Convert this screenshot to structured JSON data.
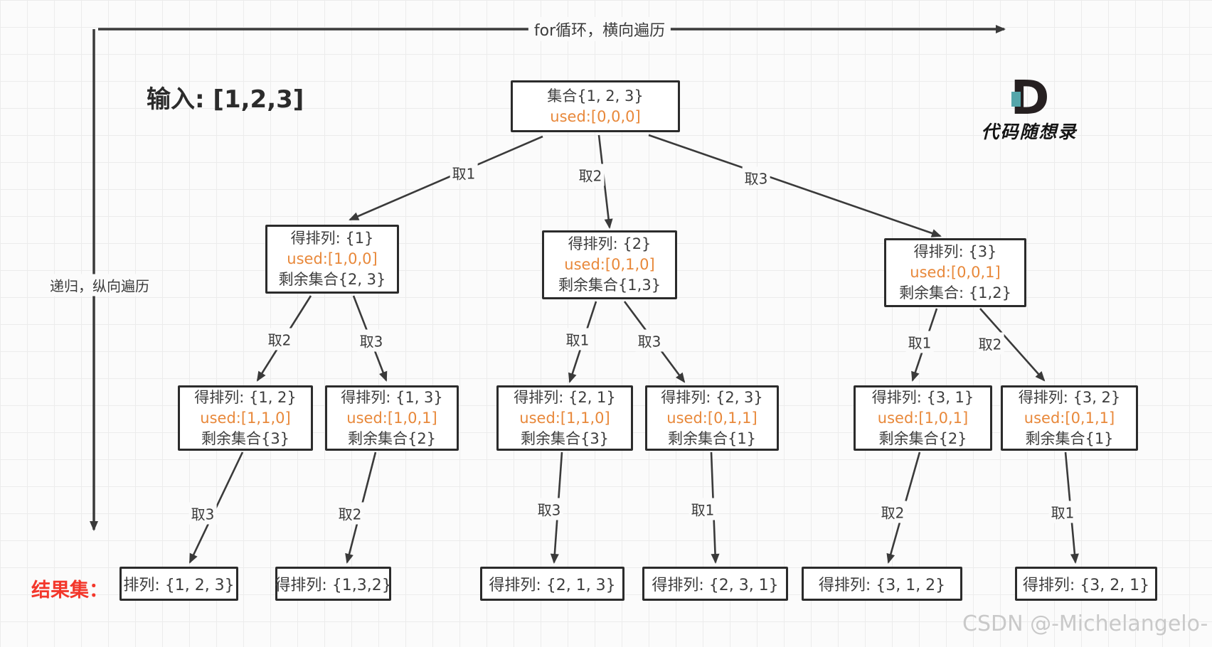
{
  "axes": {
    "top_arrow_label": "for循环，横向遍历",
    "left_arrow_label": "递归，纵向遍历"
  },
  "input_label": "输入: [1,2,3]",
  "result_label": "结果集：",
  "root": {
    "line1": "集合{1, 2, 3}",
    "used": "used:[0,0,0]"
  },
  "level2": [
    {
      "title": "得排列: {1}",
      "used": "used:[1,0,0]",
      "rest": "剩余集合{2, 3}"
    },
    {
      "title": "得排列: {2}",
      "used": "used:[0,1,0]",
      "rest": "剩余集合{1,3}"
    },
    {
      "title": "得排列: {3}",
      "used": "used:[0,0,1]",
      "rest": "剩余集合: {1,2}"
    }
  ],
  "level3": [
    {
      "title": "得排列: {1, 2}",
      "used": "used:[1,1,0]",
      "rest": "剩余集合{3}"
    },
    {
      "title": "得排列: {1, 3}",
      "used": "used:[1,0,1]",
      "rest": "剩余集合{2}"
    },
    {
      "title": "得排列: {2, 1}",
      "used": "used:[1,1,0]",
      "rest": "剩余集合{3}"
    },
    {
      "title": "得排列: {2, 3}",
      "used": "used:[0,1,1]",
      "rest": "剩余集合{1}"
    },
    {
      "title": "得排列: {3, 1}",
      "used": "used:[1,0,1]",
      "rest": "剩余集合{2}"
    },
    {
      "title": "得排列: {3, 2}",
      "used": "used:[0,1,1]",
      "rest": "剩余集合{1}"
    }
  ],
  "results": [
    "排列: {1, 2, 3}",
    "得排列: {1,3,2}",
    "得排列: {2, 1, 3}",
    "得排列: {2, 3, 1}",
    "得排列: {3, 1, 2}",
    "得排列: {3, 2, 1}"
  ],
  "edges": {
    "root": [
      "取1",
      "取2",
      "取3"
    ],
    "level2": [
      "取2",
      "取3",
      "取1",
      "取3",
      "取1",
      "取2"
    ],
    "level3": [
      "取3",
      "取2",
      "取3",
      "取1",
      "取2",
      "取1"
    ]
  },
  "branding": {
    "logo_letter": "D",
    "logo_text": "代码随想录",
    "watermark": "CSDN @-Michelangelo-"
  },
  "colors": {
    "used_text": "#e8883a",
    "result_label": "#f3372b",
    "node_border": "#2b2b2b",
    "edge": "#3a3a3a",
    "logo_teal": "#55a6aa",
    "watermark": "#c9c9c9"
  }
}
